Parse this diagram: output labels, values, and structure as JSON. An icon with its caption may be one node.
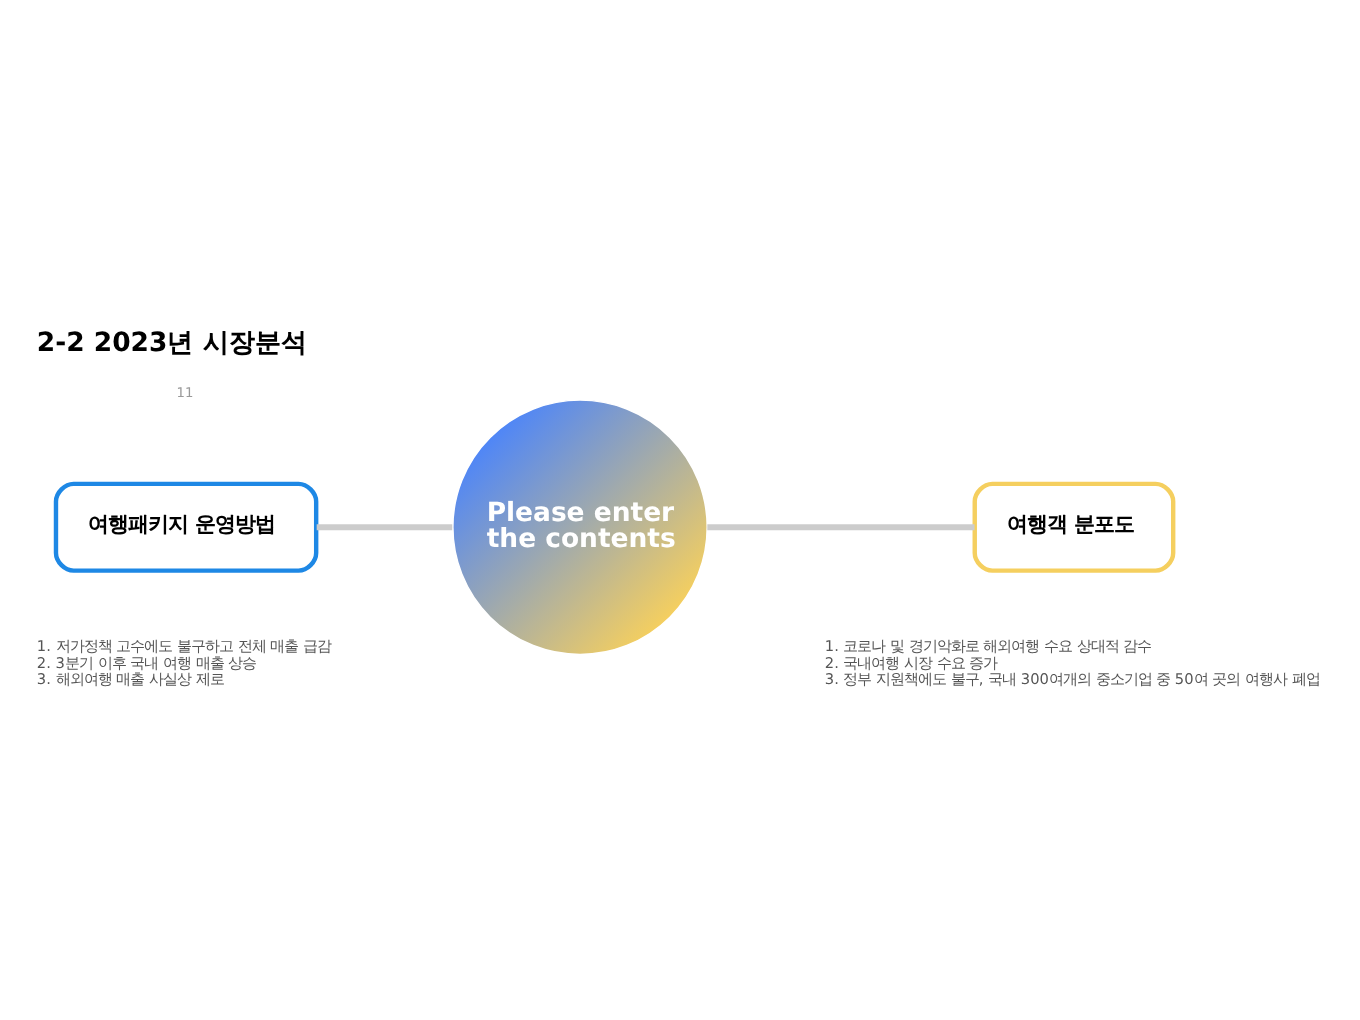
{
  "diagram": {
    "title": "2-2 2023년 시장분석",
    "nodes": [
      {
        "text": [
          "여행패키지 운영방법"
        ],
        "beside": [
          "1. 저가정책 고수에도 불구하고 전체 매출 급감",
          "2. 3분기 이후 국내 여행 매출 상승",
          "3. 해외여행 매출 사실상 제로"
        ]
      },
      {
        "text": [
          "Please enter the contents"
        ]
      },
      {
        "text": [
          "여행객 분포도"
        ],
        "beside": [
          "1. 코로나 및 경기악화로 해외여행 수요 상대적 감수",
          "2. 국내여행 시장 수요 증가",
          "3. 정부 지원책에도 불구, 국내 300여개의 중소기업 중 50여 곳의 여행사 폐업"
        ]
      }
    ],
    "edges": [
      {
        "from": 0,
        "to": 1,
        "arrow": "none"
      },
      {
        "from": 1,
        "to": 2,
        "arrow": "none"
      }
    ],
    "labels": [
      "11"
    ]
  }
}
